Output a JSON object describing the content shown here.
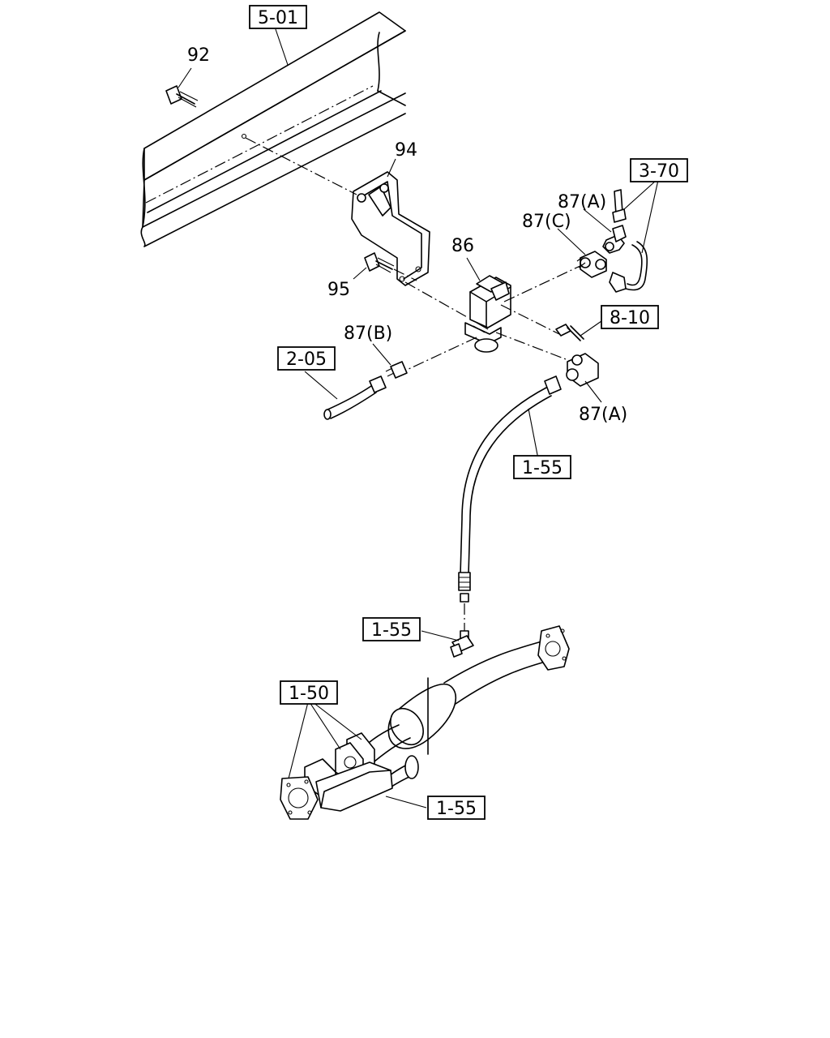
{
  "callouts": {
    "ref_5_01": "5-01",
    "ref_3_70": "3-70",
    "ref_8_10": "8-10",
    "ref_2_05": "2-05",
    "ref_1_55_hose": "1-55",
    "ref_1_55_fitting": "1-55",
    "ref_1_50": "1-50",
    "ref_1_55_pipe": "1-55"
  },
  "parts": {
    "p92": "92",
    "p94": "94",
    "p95": "95",
    "p86": "86",
    "p87a_top": "87(A)",
    "p87c": "87(C)",
    "p87b": "87(B)",
    "p87a_bottom": "87(A)"
  }
}
